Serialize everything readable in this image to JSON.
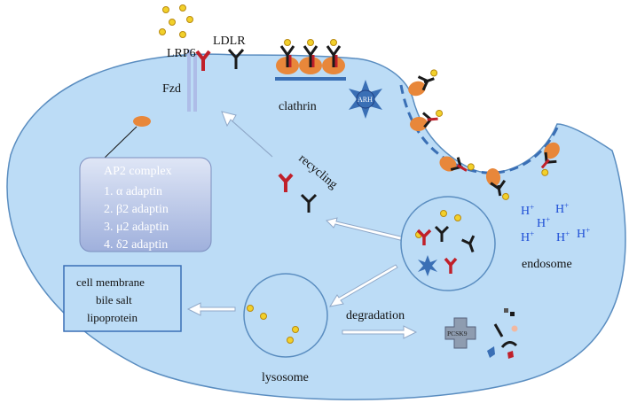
{
  "labels": {
    "lrp6": "LRP6",
    "ldlr": "LDLR",
    "fzd": "Fzd",
    "clathrin": "clathrin",
    "arh": "ARH",
    "recycling": "recycling",
    "endosome": "endosome",
    "lysosome": "lysosome",
    "degradation": "degradation",
    "pcsk9": "PCSK9",
    "h_plus": "H"
  },
  "ap2": {
    "title": "AP2 complex",
    "items": [
      "1. α adaptin",
      "2. β2 adaptin",
      "3. μ2 adaptin",
      "4. δ2 adaptin"
    ]
  },
  "products": {
    "line1": "cell membrane",
    "line2": "bile salt",
    "line3": "lipoprotein"
  },
  "colors": {
    "cell_fill": "#bcdcf6",
    "cell_stroke": "#5a8dc0",
    "receptor_red": "#c0202a",
    "receptor_black": "#1a1a1a",
    "orange": "#e8873a",
    "blue_bar": "#3a6fb5",
    "ldl_yellow": "#f2d02a",
    "h_plus_blue": "#1f4fd6"
  }
}
